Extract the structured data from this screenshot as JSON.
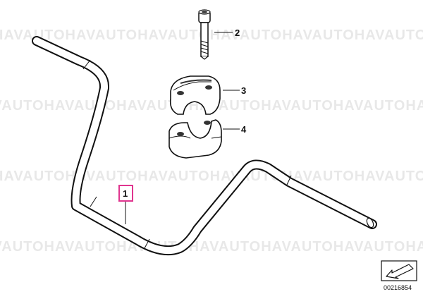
{
  "watermark": "HAVAUTO",
  "callouts": {
    "part1": "1",
    "part2": "2",
    "part3": "3",
    "part4": "4"
  },
  "diagram_id": "00216854",
  "icon": "arrow-left-down-icon"
}
